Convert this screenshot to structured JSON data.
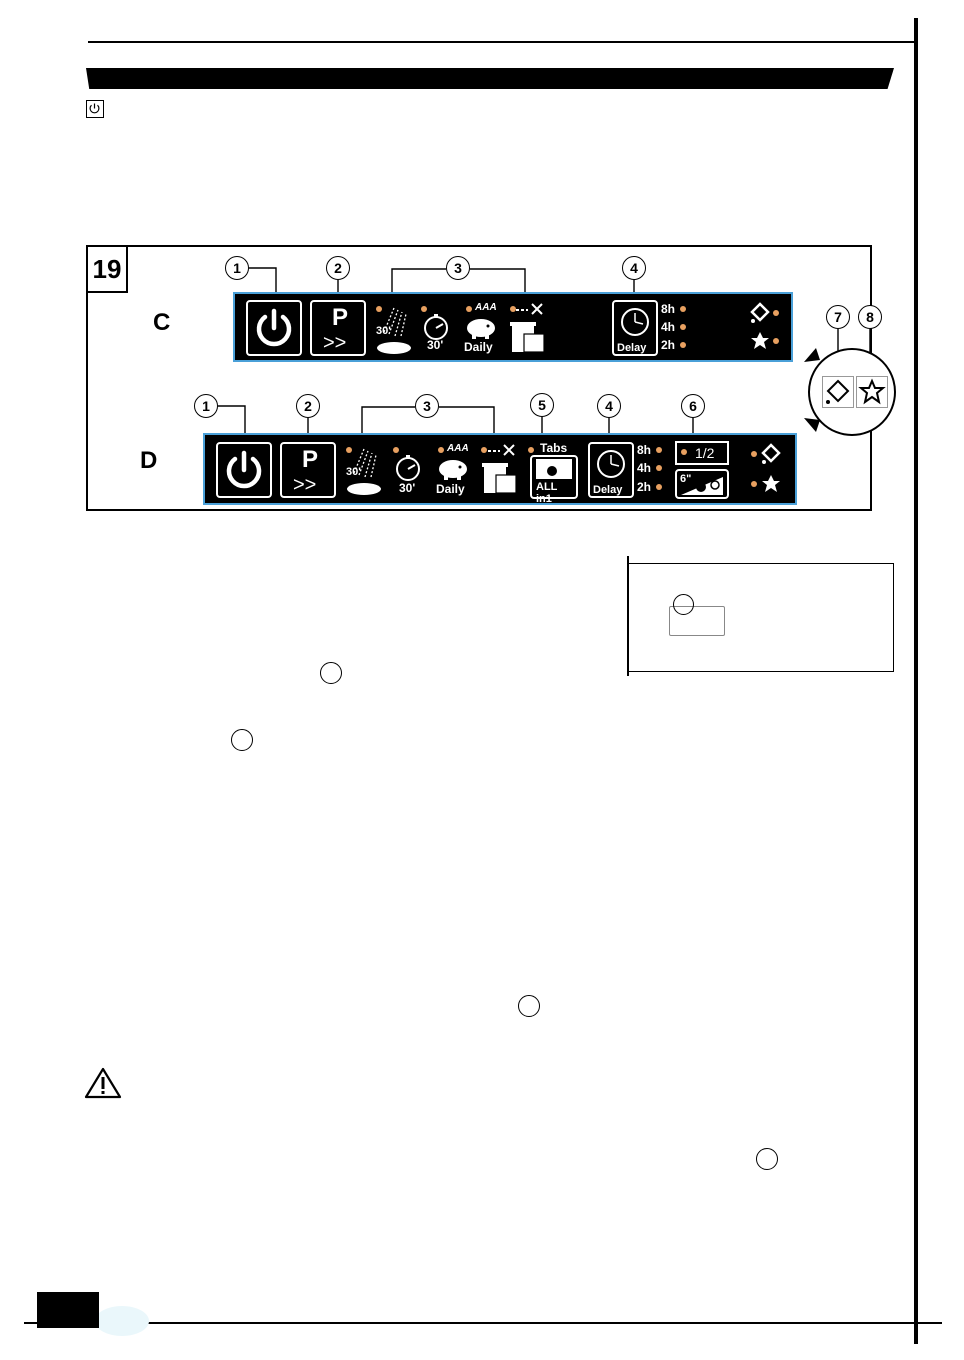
{
  "figure": {
    "number": "19",
    "rows": [
      {
        "label": "C",
        "callouts": [
          "1",
          "2",
          "3",
          "4",
          "7",
          "8"
        ]
      },
      {
        "label": "D",
        "callouts": [
          "1",
          "2",
          "3",
          "5",
          "4",
          "6"
        ]
      }
    ],
    "panel_text": {
      "prog": "P",
      "arrows": ">>",
      "quick_temp": "30'",
      "timer": "30'",
      "eco_badge": "AAA",
      "eco_label": "Daily",
      "delay": "Delay",
      "delay_hours": [
        "8h",
        "4h",
        "2h"
      ],
      "tabs": "Tabs",
      "allin1": "ALL in1",
      "half": "1/2",
      "six": "6\""
    },
    "zoom_callouts": [
      "7",
      "8"
    ]
  },
  "colors": {
    "panel_border": "#4aa0d8",
    "led": "#e8a060",
    "blob": "#eaf7fb"
  }
}
